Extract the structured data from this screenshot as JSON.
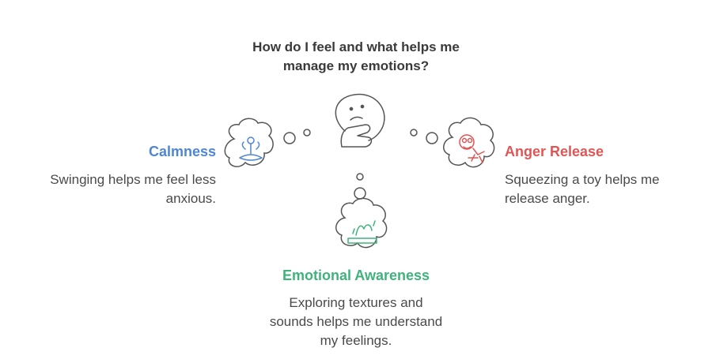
{
  "title": {
    "line1": "How do I feel and what helps me",
    "line2": "manage my emotions?"
  },
  "branches": {
    "calmness": {
      "heading": "Calmness",
      "desc_line1": "Swinging helps me feel less",
      "desc_line2": "anxious.",
      "color": "#4f86d4",
      "icon": "meditating-person-icon"
    },
    "anger": {
      "heading": "Anger Release",
      "desc_line1": "Squeezing a toy helps me",
      "desc_line2": "release anger.",
      "color": "#e05555",
      "icon": "squeezed-toy-icon"
    },
    "awareness": {
      "heading": "Emotional Awareness",
      "desc_line1": "Exploring textures and",
      "desc_line2": "sounds helps me understand",
      "desc_line3": "my feelings.",
      "color": "#3fb37b",
      "icon": "texture-touch-icon"
    }
  },
  "center_icon": "thinking-face-icon"
}
